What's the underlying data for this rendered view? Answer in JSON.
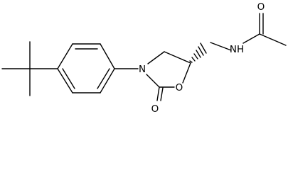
{
  "diagram": {
    "type": "chemical-structure",
    "atoms": {
      "ring_nitrogen": "N",
      "ring_oxygen": "O",
      "carbonyl_oxygen": "O",
      "amide_nitrogen": "NH",
      "acetyl_oxygen": "O"
    },
    "colors": {
      "bond": "#000000",
      "background": "#ffffff"
    }
  }
}
